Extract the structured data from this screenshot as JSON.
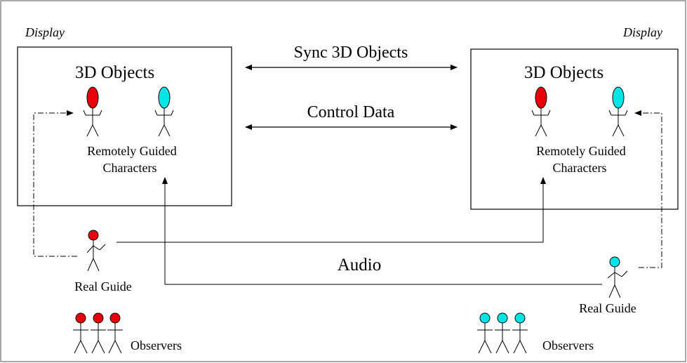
{
  "left_panel": {
    "display_label": "Display",
    "title": "3D Objects",
    "caption_line1": "Remotely Guided",
    "caption_line2": "Characters",
    "guide_label": "Real Guide",
    "observers_label": "Observers"
  },
  "right_panel": {
    "display_label": "Display",
    "title": "3D Objects",
    "caption_line1": "Remotely Guided",
    "caption_line2": "Characters",
    "guide_label": "Real Guide",
    "observers_label": "Observers"
  },
  "links": {
    "sync_label": "Sync 3D Objects",
    "control_label": "Control Data",
    "audio_label": "Audio"
  },
  "colors": {
    "red": "#e8000b",
    "cyan": "#00e5e5",
    "line": "#000000"
  }
}
